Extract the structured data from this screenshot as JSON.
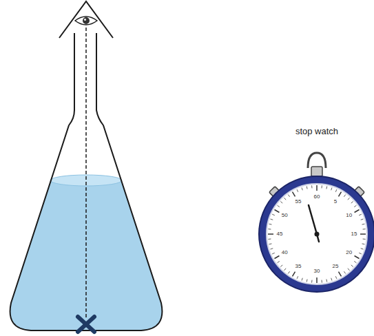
{
  "diagram": {
    "labels": [
      "stop watch",
      "60",
      "5",
      "10",
      "15",
      "20",
      "25",
      "30",
      "35",
      "40",
      "45",
      "50",
      "55"
    ]
  }
}
